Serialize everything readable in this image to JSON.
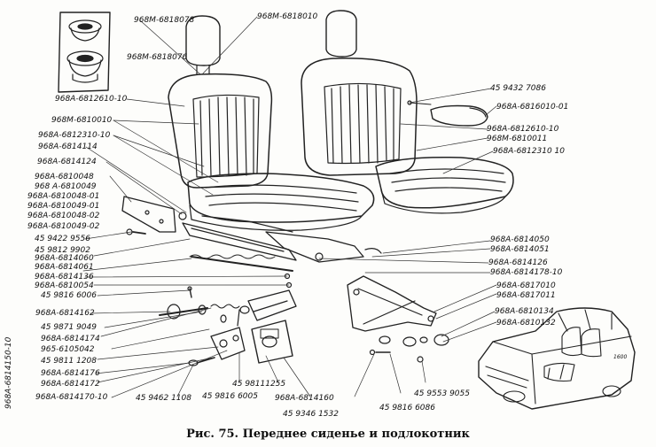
{
  "caption": "Рис. 75. Переднее сиденье и подлокотник",
  "car_badge": "1600",
  "labels": {
    "l01": "968М-6818078",
    "l02": "968М-6818076",
    "l03": "968М-6818010",
    "l04": "968А-6812610-10",
    "l05": "968М-6810010",
    "l06": "968А-6812310-10",
    "l07": "968А-6814114",
    "l08": "968А-6814124",
    "l09": "968А-6810048",
    "l10": "968 А-6810049",
    "l11": "968А-6810048-01",
    "l12": "968А-6810049-01",
    "l13": "968А-6810048-02",
    "l14": "968А-6810049-02",
    "l15": "45 9422 9556",
    "l16": "45 9812 9902",
    "l17": "968А-6814060",
    "l18": "968А-6814061",
    "l19": "968А-6814136",
    "l20": "968А-6810054",
    "l21": "45 9816 6006",
    "l22": "968А-6814162",
    "l23": "45 9871 9049",
    "l24": "968А-6814174",
    "l25": "965-6105042",
    "l26": "45 9811 1208",
    "l27": "968А-6814176",
    "l28": "968А-6814172",
    "l29": "968А-6814170-10",
    "l30": "968А-6814150-10",
    "l31": "45 9462 1108",
    "l32": "45 9816 6005",
    "l33": "45 98111255",
    "l34": "968А-6814160",
    "l35": "45 9346 1532",
    "l36": "45 9816 6086",
    "l37": "45 9553 9055",
    "l38": "45 9432 7086",
    "l39": "968А-6816010-01",
    "l40": "968А-6812610-10",
    "l41": "968М-6810011",
    "l42": "968А-6812310 10",
    "l43": "968А-6814050",
    "l44": "968А-6814051",
    "l45": "968А-6814126",
    "l46": "968А-6814178-10",
    "l47": "968А-6817010",
    "l48": "968А-6817011",
    "l49": "968А-6810134",
    "l50": "968А-6810132"
  }
}
